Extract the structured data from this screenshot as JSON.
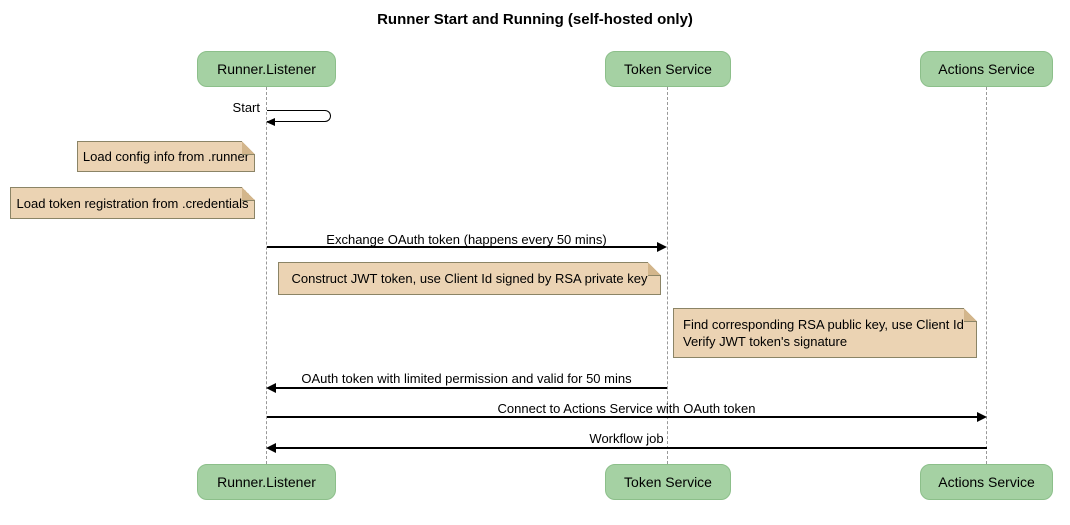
{
  "title": "Runner Start and Running (self-hosted only)",
  "participants": [
    {
      "name": "Runner.Listener"
    },
    {
      "name": "Token Service"
    },
    {
      "name": "Actions Service"
    }
  ],
  "messages": [
    {
      "label": "Start",
      "from": "Runner.Listener",
      "to": "Runner.Listener",
      "kind": "self"
    },
    {
      "label": "Exchange OAuth token (happens every 50 mins)",
      "from": "Runner.Listener",
      "to": "Token Service",
      "kind": "solid-arrow"
    },
    {
      "label": "OAuth token with limited permission and valid for 50 mins",
      "from": "Token Service",
      "to": "Runner.Listener",
      "kind": "solid-arrow"
    },
    {
      "label": "Connect to Actions Service with OAuth token",
      "from": "Runner.Listener",
      "to": "Actions Service",
      "kind": "solid-arrow"
    },
    {
      "label": "Workflow job",
      "from": "Actions Service",
      "to": "Runner.Listener",
      "kind": "solid-arrow"
    }
  ],
  "notes": [
    {
      "text": "Load config info from .runner",
      "position": "left of Runner.Listener"
    },
    {
      "text": "Load token registration from .credentials",
      "position": "left of Runner.Listener"
    },
    {
      "text": "Construct JWT token, use Client Id signed by RSA private key",
      "position": "between Runner.Listener and Token Service"
    },
    {
      "lines": [
        "Find corresponding RSA public key, use Client Id",
        "Verify JWT token's signature"
      ],
      "position": "between Token Service and Actions Service"
    }
  ],
  "colors": {
    "participant_fill": "#a5d1a3",
    "participant_border": "#8cbf8a",
    "note_fill": "#ebd3b3",
    "note_border": "#8b8466",
    "note_fold": "#d3b68c",
    "lifeline": "#999999",
    "arrow": "#000000",
    "background": "#ffffff"
  }
}
